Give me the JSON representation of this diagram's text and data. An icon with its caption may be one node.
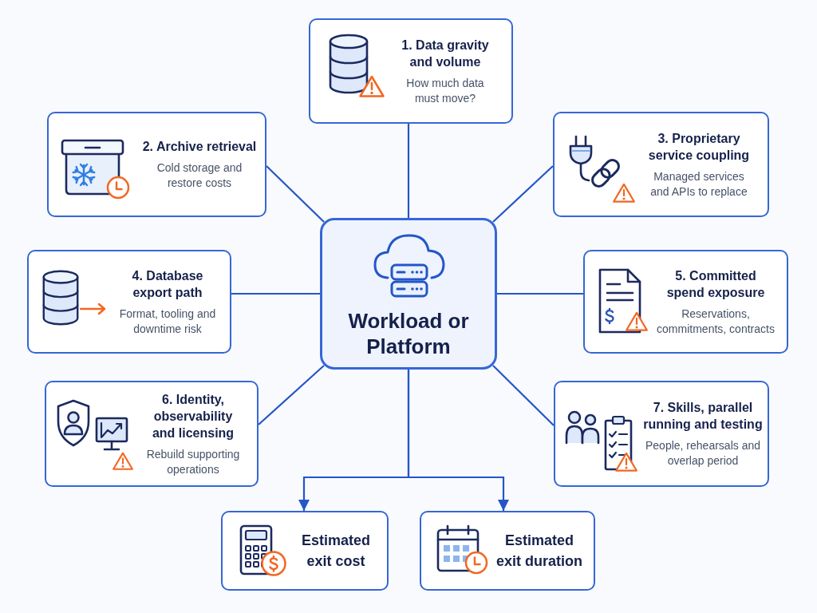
{
  "diagram": {
    "nodes": [
      {
        "text": [
          "1. Data gravity and volume",
          "How much data must move?"
        ]
      },
      {
        "text": [
          "2. Archive retrieval",
          "Cold storage and restore costs"
        ]
      },
      {
        "text": [
          "3. Proprietary service coupling",
          "Managed services and APIs to replace"
        ]
      },
      {
        "text": [
          "Workload or Platform"
        ]
      },
      {
        "text": [
          "4. Database export path",
          "Format, tooling and downtime risk"
        ]
      },
      {
        "text": [
          "5. Committed spend exposure",
          "Reservations, commitments, contracts"
        ]
      },
      {
        "text": [
          "6. Identity, observability and licensing",
          "Rebuild supporting operations"
        ]
      },
      {
        "text": [
          "7. Skills, parallel running and testing",
          "People, rehearsals and overlap period"
        ]
      },
      {
        "text": [
          "Estimated exit cost"
        ]
      },
      {
        "text": [
          "Estimated exit duration"
        ]
      }
    ],
    "edges": [
      {
        "from": 3,
        "to": 0,
        "arrow": "none"
      },
      {
        "from": 3,
        "to": 1,
        "arrow": "none"
      },
      {
        "from": 3,
        "to": 2,
        "arrow": "none"
      },
      {
        "from": 3,
        "to": 4,
        "arrow": "none"
      },
      {
        "from": 3,
        "to": 5,
        "arrow": "none"
      },
      {
        "from": 3,
        "to": 6,
        "arrow": "none"
      },
      {
        "from": 3,
        "to": 7,
        "arrow": "none"
      },
      {
        "from": 3,
        "to": 8,
        "arrow": "to"
      },
      {
        "from": 3,
        "to": 9,
        "arrow": "to"
      }
    ]
  }
}
